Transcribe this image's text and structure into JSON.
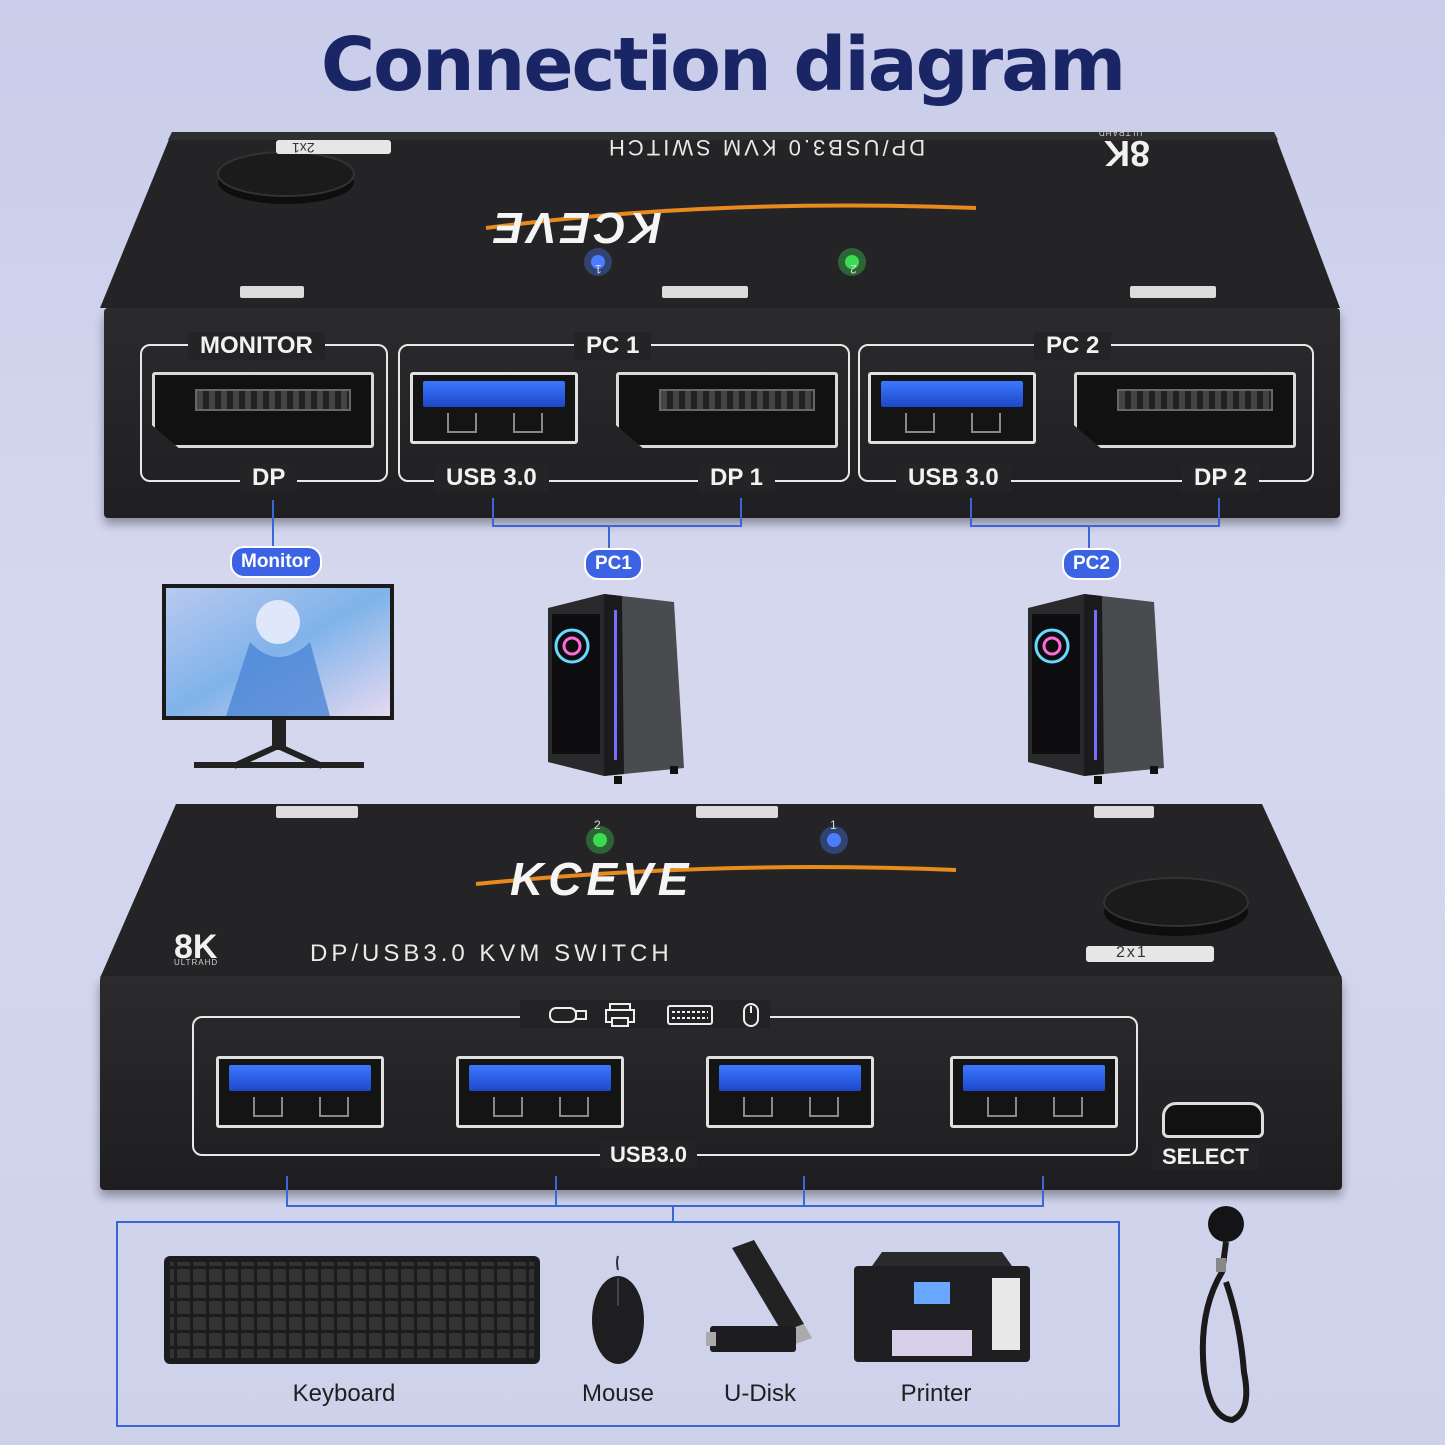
{
  "title": "Connection diagram",
  "top_device": {
    "model_badge": "2x1",
    "spec_text": "DP/USB3.0 KVM SWITCH",
    "resolution": "8K",
    "resolution_sub": "ULTRAHD",
    "brand": "KCEVE",
    "led_1": "1",
    "led_2": "2",
    "groups": [
      {
        "label": "MONITOR",
        "ports": [
          "DP"
        ]
      },
      {
        "label": "PC 1",
        "ports": [
          "USB 3.0",
          "DP 1"
        ]
      },
      {
        "label": "PC 2",
        "ports": [
          "USB 3.0",
          "DP 2"
        ]
      }
    ]
  },
  "targets": [
    {
      "label": "Monitor"
    },
    {
      "label": "PC1"
    },
    {
      "label": "PC2"
    }
  ],
  "bottom_device": {
    "resolution": "8K",
    "resolution_sub": "ULTRAHD",
    "spec_text": "DP/USB3.0 KVM SWITCH",
    "model_badge": "2x1",
    "brand": "KCEVE",
    "led_1": "1",
    "led_2": "2",
    "ports_label": "USB3.0",
    "select_label": "SELECT",
    "port_icons": [
      "usb-drive-icon",
      "printer-icon",
      "keyboard-icon",
      "mouse-icon"
    ]
  },
  "peripherals": [
    {
      "label": "Keyboard"
    },
    {
      "label": "Mouse"
    },
    {
      "label": "U-Disk"
    },
    {
      "label": "Printer"
    }
  ],
  "colors": {
    "title": "#1a2566",
    "accent_blue": "#3b63e3",
    "led_blue": "#4a7dff",
    "led_green": "#3ddc52",
    "device_body": "#242426"
  }
}
